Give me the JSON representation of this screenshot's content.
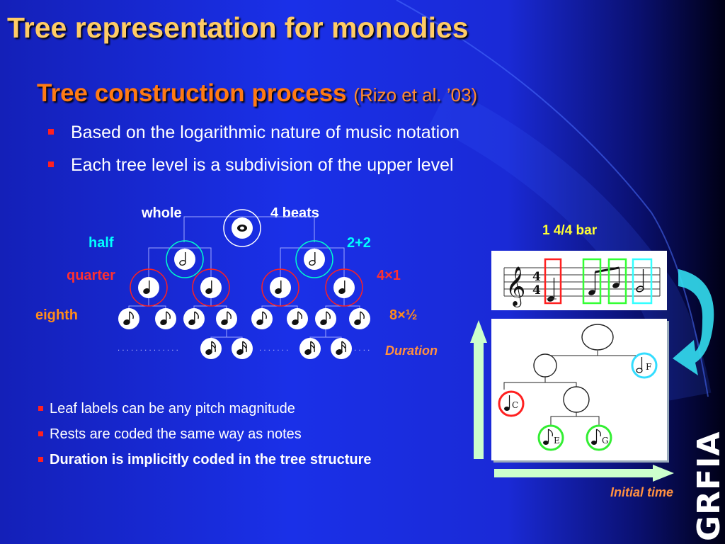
{
  "title": "Tree representation for monodies",
  "subtitle": {
    "main": "Tree construction process",
    "citation": "(Rizo et al. ’03)"
  },
  "bullets": [
    "Based on the logarithmic nature of music notation",
    "Each tree level is a subdivision of the upper level"
  ],
  "levels": [
    {
      "name": "whole",
      "value": "4 beats",
      "name_color": "#ffffff",
      "value_color": "#ffffff"
    },
    {
      "name": "half",
      "value": "2+2",
      "name_color": "#00ffff",
      "value_color": "#00ffff"
    },
    {
      "name": "quarter",
      "value": "4×1",
      "name_color": "#ff3030",
      "value_color": "#ff3030"
    },
    {
      "name": "eighth",
      "value": "8×½",
      "name_color": "#ff8c1a",
      "value_color": "#ff8c1a"
    }
  ],
  "duration_label": "Duration",
  "bar_label": "1 4/4 bar",
  "tree_leaves": {
    "c": "C",
    "e": "E",
    "g": "G",
    "f": "F"
  },
  "initial_time_label": "Initial time",
  "bottom_bullets": [
    {
      "text": "Leaf labels can be any pitch magnitude",
      "color": "#ffffff"
    },
    {
      "text": "Rests are coded the same way as notes",
      "color": "#ffffff"
    },
    {
      "text": "Duration is implicitly coded in the tree structure",
      "color": "#ffffff"
    }
  ],
  "logo_text": "GRFIA",
  "colors": {
    "title": "#ffcc66",
    "subtitle": "#ff7a14",
    "bullet_marker": "#ff2020",
    "node_whole": "#ffffff",
    "node_half": "#00ffcc",
    "node_quarter": "#ff2020",
    "highlight_red": "#ff2020",
    "highlight_green": "#33ff33",
    "highlight_cyan": "#33ffff",
    "arrow": "#ccffcc",
    "curved_arrow": "#33ddee"
  },
  "icons": [
    "whole-note-icon",
    "half-note-icon",
    "quarter-note-icon",
    "eighth-note-icon",
    "sixteenth-note-icon",
    "treble-clef-icon",
    "curved-arrow-icon"
  ]
}
